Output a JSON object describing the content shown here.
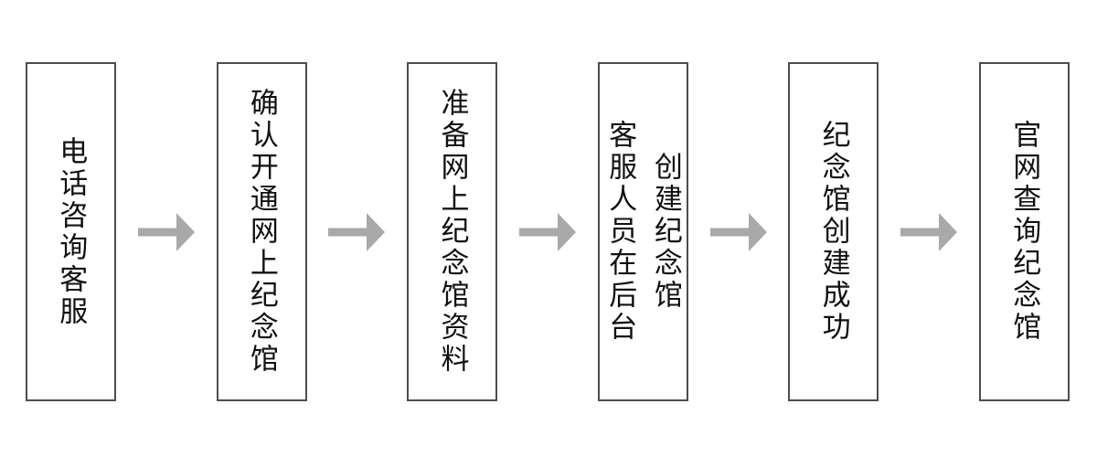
{
  "flowchart": {
    "type": "process-flow",
    "direction": "left-to-right",
    "steps": [
      {
        "label": "电话咨询客服"
      },
      {
        "label": "确认开通网上纪念馆"
      },
      {
        "label": "准备网上纪念馆资料"
      },
      {
        "label": "客服人员在后台\n创建纪念馆"
      },
      {
        "label": "纪念馆创建成功"
      },
      {
        "label": "官网查询纪念馆"
      }
    ],
    "connector": {
      "icon": "arrow-right-icon",
      "count": 5
    },
    "colors": {
      "page_background": "#ffffff",
      "box_background": "#ffffff",
      "box_border": "#4d4d4d",
      "text": "#111111",
      "arrow": "#a9a9a9"
    }
  }
}
